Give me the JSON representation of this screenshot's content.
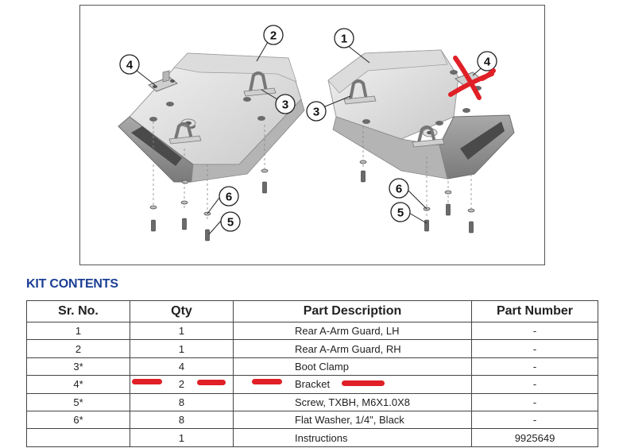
{
  "figure": {
    "callouts": {
      "c1": "1",
      "c2": "2",
      "c3_left": "3",
      "c3_right": "3",
      "c4_left": "4",
      "c4_right": "4",
      "c5_left": "5",
      "c5_right": "5",
      "c6_left": "6",
      "c6_right": "6"
    },
    "crossed_out_item": "4",
    "markup_color": "#e01f26"
  },
  "kit_contents": {
    "heading": "KIT CONTENTS",
    "heading_color": "#1c3f94",
    "columns": {
      "sr_no": "Sr. No.",
      "qty": "Qty",
      "description": "Part Description",
      "part_number": "Part Number"
    },
    "rows": [
      {
        "sr_no": "1",
        "qty": "1",
        "description": "Rear A-Arm Guard, LH",
        "part_number": "-"
      },
      {
        "sr_no": "2",
        "qty": "1",
        "description": "Rear A-Arm Guard, RH",
        "part_number": "-"
      },
      {
        "sr_no": "3*",
        "qty": "4",
        "description": "Boot Clamp",
        "part_number": "-"
      },
      {
        "sr_no": "4*",
        "qty": "2",
        "description": "Bracket",
        "part_number": "-"
      },
      {
        "sr_no": "5*",
        "qty": "8",
        "description": "Screw, TXBH, M6X1.0X8",
        "part_number": "-"
      },
      {
        "sr_no": "6*",
        "qty": "8",
        "description": "Flat Washer, 1/4\", Black",
        "part_number": "-"
      },
      {
        "sr_no": "",
        "qty": "1",
        "description": "Instructions",
        "part_number": "9925649"
      }
    ]
  }
}
